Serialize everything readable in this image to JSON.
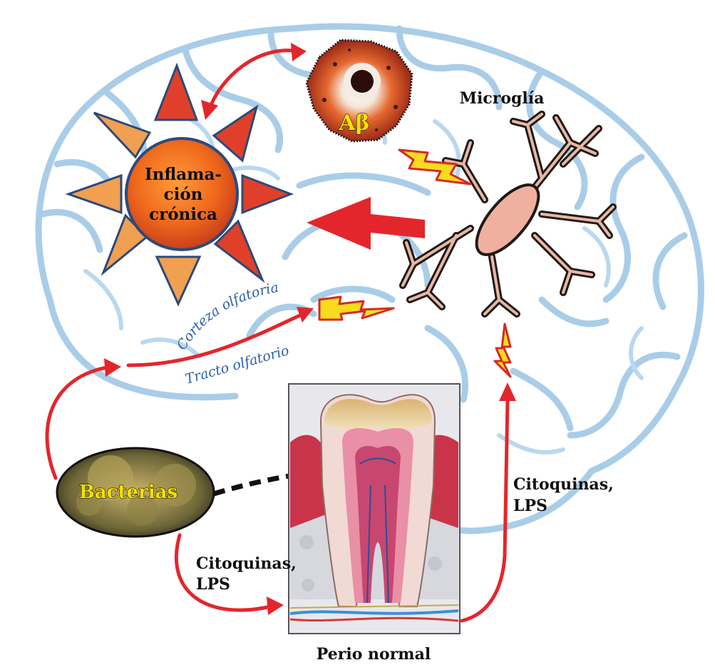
{
  "labels": {
    "inflammation_line1": "Inflama-",
    "inflammation_line2": "ción",
    "inflammation_line3": "crónica",
    "amyloid": "Aβ",
    "microglia": "Microglía",
    "olfactory_cortex": "Corteza olfatoria",
    "olfactory_tract": "Tracto olfatorio",
    "bacteria": "Bacterias",
    "cytokines_left_line1": "Citoquinas,",
    "cytokines_left_line2": "LPS",
    "cytokines_right_line1": "Citoquinas,",
    "cytokines_right_line2": "LPS",
    "perio_caption": "Perio normal"
  },
  "colors": {
    "brain_outline": "#a9cde8",
    "arrow_red": "#e3262c",
    "sun_core": "#f06a1c",
    "sun_ray_dark": "#e0402a",
    "sun_ray_light": "#f0a050",
    "lightning": "#f7dc1e",
    "microglia_body": "#f0b0a0",
    "bacteria_label": "#f5e000",
    "text_blue": "#2a5fa8"
  },
  "icons": {
    "inflammation": "sun-icon",
    "plaque": "amyloid-plaque-icon",
    "microglia": "microglia-cell-icon",
    "signal": "lightning-icon",
    "tooth": "tooth-cross-section-icon",
    "bacteria": "bacteria-colony-icon"
  }
}
